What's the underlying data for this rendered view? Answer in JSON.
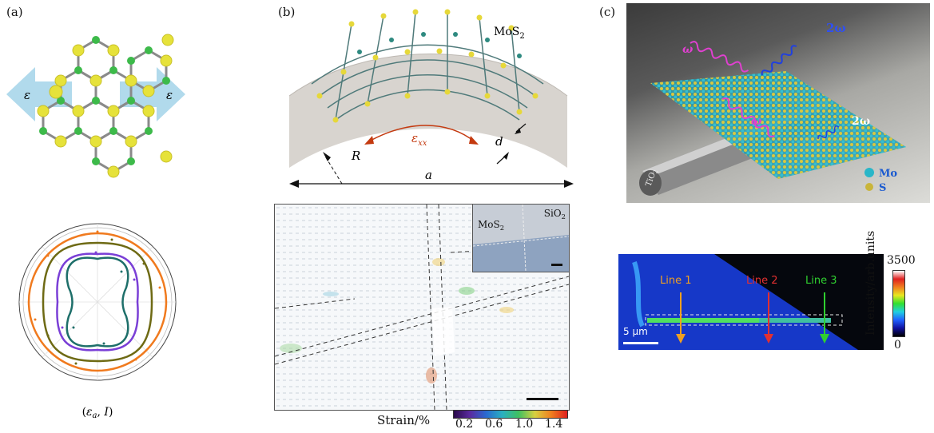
{
  "figure": {
    "panels": {
      "a": {
        "label": "(a)",
        "strain_symbol": "ε",
        "polar_label": "(ε_a, I)",
        "polar_label_parts": {
          "open": "(",
          "eps": "ε",
          "sub": "a",
          "sep": ", ",
          "i": "I",
          "close": ")"
        },
        "colors": {
          "arrow": "#a9d6ea",
          "orange": "#f07a1e",
          "olive": "#6e6a14",
          "purple": "#7a3fd6",
          "teal": "#1e6f6a",
          "mo": "#3dba4a",
          "s": "#e6e23a"
        }
      },
      "b": {
        "label": "(b)",
        "material": "MoS",
        "material_sub": "2",
        "strain_label": "ε",
        "strain_sub": "xx",
        "radius_label": "R",
        "thickness_label": "d",
        "length_label": "a",
        "inset_mos2": "MoS",
        "inset_mos2_sub": "2",
        "inset_sio2": "SiO",
        "inset_sio2_sub": "2",
        "colorbar_title": "Strain/%",
        "colorbar_ticks": [
          "0.2",
          "0.6",
          "1.0",
          "1.4"
        ],
        "colors": {
          "arc": "#c43a10",
          "substrate": "#d8d4cf"
        }
      },
      "c": {
        "label": "(c)",
        "omega": "ω",
        "two_omega": "2ω",
        "tio2": "TiO",
        "tio2_sub": "2",
        "legend": [
          {
            "label": "Mo",
            "color": "#29b6c8"
          },
          {
            "label": "S",
            "color": "#c9b53a"
          }
        ],
        "map_lines": [
          {
            "label": "Line 1",
            "color": "#f0a020"
          },
          {
            "label": "Line 2",
            "color": "#e23030"
          },
          {
            "label": "Line 3",
            "color": "#30d030"
          }
        ],
        "scale_bar": "5 μm",
        "colorbar_max": "3500",
        "colorbar_min": "0",
        "colorbar_title": "Intensity/arb.units"
      }
    }
  }
}
